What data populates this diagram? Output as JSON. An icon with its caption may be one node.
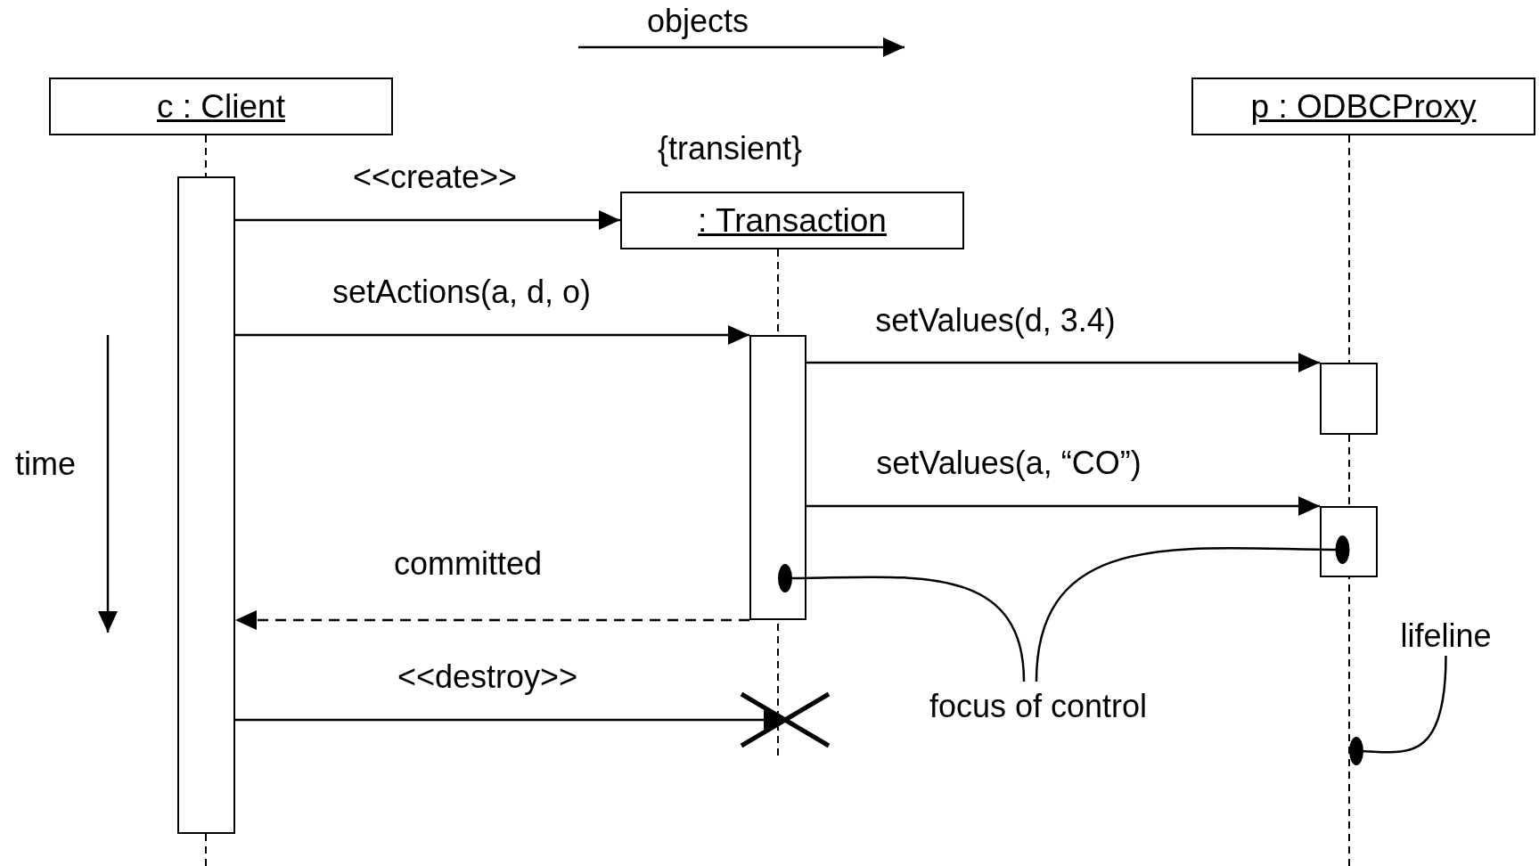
{
  "diagram": {
    "nodes": [
      {
        "text": [
          "c : Client"
        ]
      },
      {
        "text": [
          ": Transaction"
        ],
        "beside": [
          "{transient}"
        ]
      },
      {
        "text": [
          "p : ODBCProxy"
        ]
      },
      {
        "text": [],
        "shape": "bar"
      },
      {
        "text": [],
        "shape": "bar"
      },
      {
        "text": [],
        "shape": "bar"
      },
      {
        "text": [],
        "shape": "bar"
      },
      {
        "text": [
          "focus of control"
        ]
      },
      {
        "text": [
          "lifeline"
        ]
      },
      {
        "text": [],
        "shape": "cross"
      }
    ],
    "edges": [
      {
        "from": 3,
        "to": 1,
        "arrow": "to",
        "label": "<<create>>"
      },
      {
        "from": 3,
        "to": 4,
        "arrow": "to",
        "label": "setActions(a, d, o)"
      },
      {
        "from": 4,
        "to": 5,
        "arrow": "to",
        "label": "setValues(d, 3.4)"
      },
      {
        "from": 4,
        "to": 6,
        "arrow": "to",
        "label": "setValues(a, “CO”)"
      },
      {
        "from": 4,
        "to": 3,
        "arrow": "to",
        "label": "committed",
        "style": "dashed"
      },
      {
        "from": 3,
        "to": 9,
        "arrow": "to",
        "label": "<<destroy>>"
      },
      {
        "from": 7,
        "to": 4,
        "arrow": "other"
      },
      {
        "from": 7,
        "to": 6,
        "arrow": "other"
      },
      {
        "from": 8,
        "to": null,
        "arrow": "other"
      }
    ],
    "labels": [
      "objects",
      "time"
    ]
  }
}
